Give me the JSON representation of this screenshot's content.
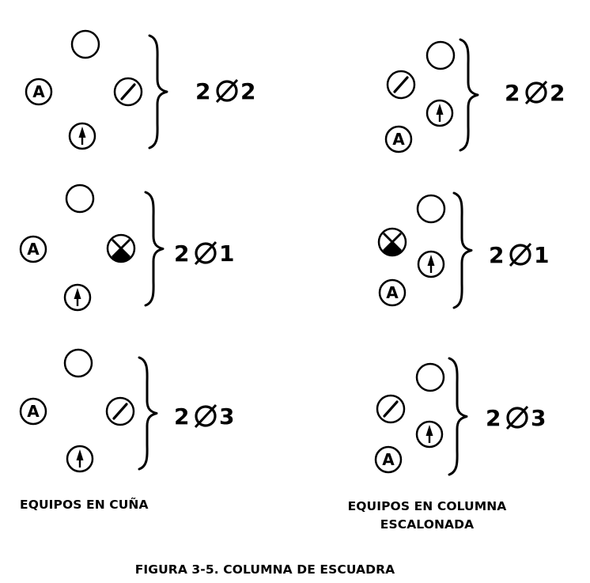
{
  "groups": [
    {
      "column": "wedge",
      "label": "2Ø2",
      "members": [
        "open-circle",
        "a-symbol",
        "slash-symbol",
        "arrow-symbol"
      ]
    },
    {
      "column": "staggered",
      "label": "2Ø2",
      "members": [
        "open-circle",
        "slash-symbol",
        "arrow-symbol",
        "a-symbol"
      ]
    },
    {
      "column": "wedge",
      "label": "2Ø1",
      "members": [
        "open-circle",
        "a-symbol",
        "x-filled-symbol",
        "arrow-symbol"
      ]
    },
    {
      "column": "staggered",
      "label": "2Ø1",
      "members": [
        "open-circle",
        "x-filled-symbol",
        "arrow-symbol",
        "a-symbol"
      ]
    },
    {
      "column": "wedge",
      "label": "2Ø3",
      "members": [
        "open-circle",
        "a-symbol",
        "slash-symbol",
        "arrow-symbol"
      ]
    },
    {
      "column": "staggered",
      "label": "2Ø3",
      "members": [
        "open-circle",
        "slash-symbol",
        "arrow-symbol",
        "a-symbol"
      ]
    }
  ],
  "symbol_letter": "A",
  "captions": {
    "left": "EQUIPOS EN CUÑA",
    "right_line1": "EQUIPOS EN COLUMNA",
    "right_line2": "ESCALONADA",
    "figure": "FIGURA 3-5. COLUMNA DE ESCUADRA"
  }
}
